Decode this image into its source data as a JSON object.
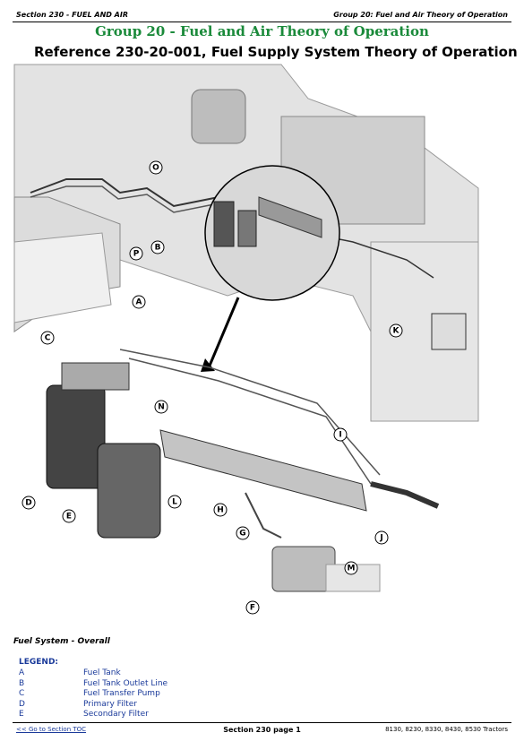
{
  "header": {
    "section": "Section 230 - FUEL AND AIR",
    "group": "Group 20: Fuel and Air Theory of Operation"
  },
  "group_title": "Group 20 - Fuel and Air Theory of Operation",
  "reference_title": "Reference 230-20-001, Fuel Supply System Theory of Operation",
  "figure": {
    "callouts": [
      "O",
      "B",
      "P",
      "A",
      "K",
      "C",
      "N",
      "I",
      "D",
      "E",
      "L",
      "H",
      "G",
      "J",
      "M",
      "F"
    ]
  },
  "caption": "Fuel System - Overall",
  "legend": {
    "title": "LEGEND:",
    "items": [
      {
        "letter": "A",
        "text": "Fuel Tank"
      },
      {
        "letter": "B",
        "text": "Fuel Tank Outlet Line"
      },
      {
        "letter": "C",
        "text": "Fuel Transfer Pump"
      },
      {
        "letter": "D",
        "text": "Primary Filter"
      },
      {
        "letter": "E",
        "text": "Secondary Filter"
      }
    ]
  },
  "footer": {
    "link": "<< Go to Section TOC",
    "page": "Section 230 page 1",
    "models": "8130, 8230, 8330, 8430, 8530 Tractors"
  }
}
